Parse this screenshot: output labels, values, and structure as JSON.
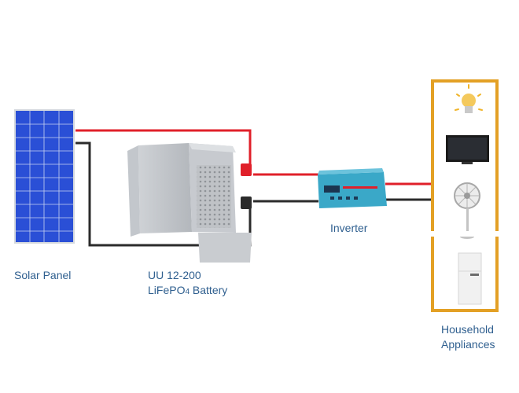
{
  "labels": {
    "solar_panel": "Solar Panel",
    "battery_line1": "UU 12-200",
    "battery_line2_prefix": "LiFePO",
    "battery_line2_sub": "4",
    "battery_line2_suffix": " Battery",
    "inverter": "Inverter",
    "appliances_line1": "Household",
    "appliances_line2": "Appliances"
  },
  "appliances": [
    "light-bulb",
    "television",
    "electric-fan",
    "refrigerator"
  ],
  "colors": {
    "positive_wire": "#e0202a",
    "negative_wire": "#2b2b2b",
    "appliance_frame": "#e3a025",
    "label_text": "#2f5f8f",
    "panel_blue": "#2a4fd6",
    "inverter_teal": "#3aa8c8"
  }
}
